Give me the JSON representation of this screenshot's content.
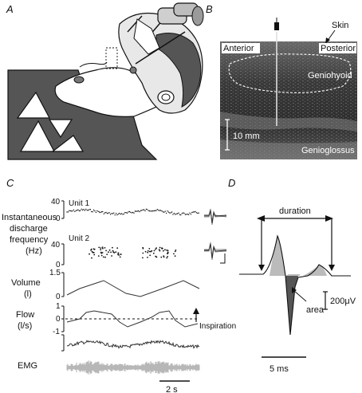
{
  "panel_labels": {
    "a": "A",
    "b": "B",
    "c": "C",
    "d": "D"
  },
  "panel_b": {
    "skin": "Skin",
    "anterior": "Anterior",
    "posterior": "Posterior",
    "geniohyoid": "Geniohyoid",
    "genioglossus": "Genioglossus",
    "scale": "10 mm"
  },
  "panel_c": {
    "unit1": "Unit 1",
    "unit2": "Unit 2",
    "ifreq_label_1": "Instantaneous",
    "ifreq_label_2": "discharge",
    "ifreq_label_3": "frequency",
    "ifreq_label_4": "(Hz)",
    "u1_tick_top": "40",
    "u1_tick_bot": "0",
    "u2_tick_top": "40",
    "u2_tick_bot": "0",
    "volume_label": "Volume",
    "volume_unit": "(l)",
    "vol_tick_top": "1.5",
    "vol_tick_bot": "0",
    "flow_label": "Flow",
    "flow_unit": "(l/s)",
    "flow_tick_top": "1",
    "flow_tick_mid": "0",
    "flow_tick_bot": "-1",
    "inspiration": "Inspiration",
    "emg": "EMG",
    "time_scale": "2 s"
  },
  "panel_d": {
    "duration": "duration",
    "area": "area",
    "amp_scale": "200μV",
    "time_scale": "5 ms"
  }
}
